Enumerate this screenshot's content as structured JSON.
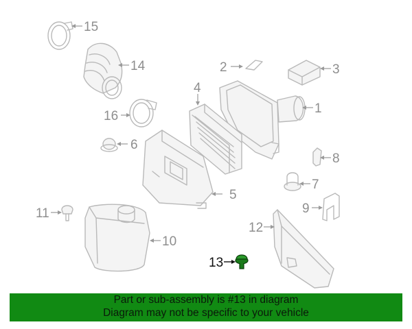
{
  "diagram": {
    "callouts": [
      "1",
      "2",
      "3",
      "4",
      "5",
      "6",
      "7",
      "8",
      "9",
      "10",
      "11",
      "12",
      "13",
      "14",
      "15",
      "16"
    ],
    "highlighted_part": "13",
    "highlight_color": "#1a7a1a"
  },
  "banner": {
    "line1": "Part or sub-assembly is #13 in diagram",
    "line2": "Diagram may not be specific to your vehicle",
    "background": "#118a13"
  }
}
